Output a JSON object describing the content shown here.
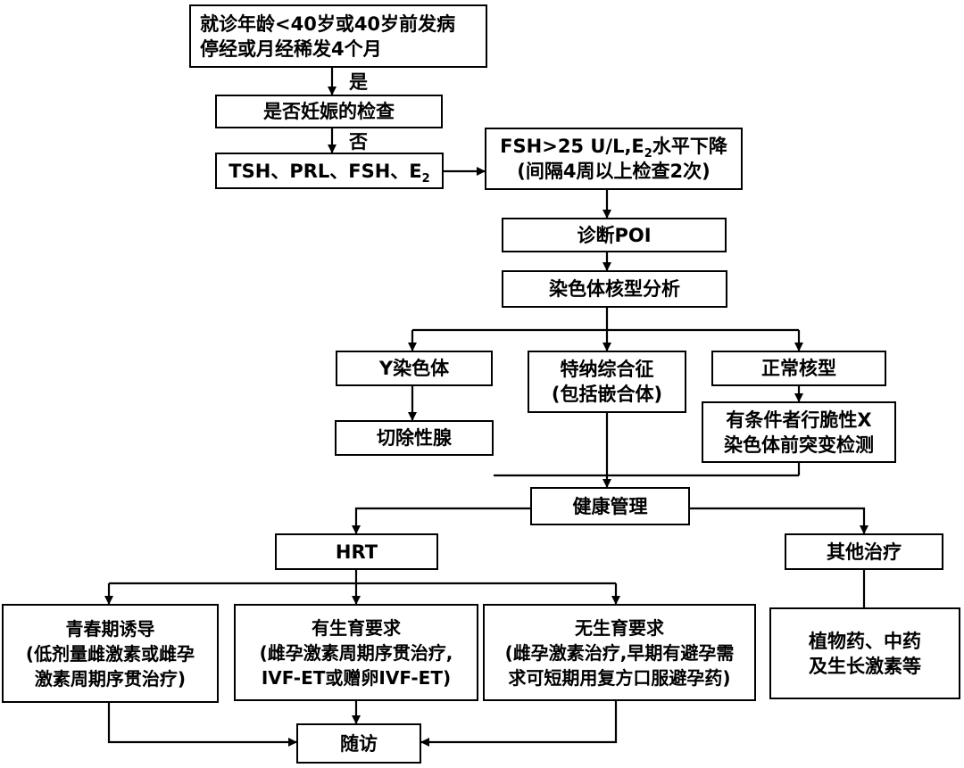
{
  "nodes": {
    "age_onset": {
      "line1": "就诊年龄<40岁或40岁前发病",
      "line2": "停经或月经稀发4个月"
    },
    "pregnancy_check": {
      "line1": "是否妊娠的检查"
    },
    "hormone_tests": {
      "text": "TSH、PRL、FSH、E",
      "sub": "2"
    },
    "fsh_result": {
      "line1_pre": "FSH>25 U/L,E",
      "line1_sub": "2",
      "line1_post": "水平下降",
      "line2": "(间隔4周以上检查2次)"
    },
    "diagnose_poi": {
      "line1": "诊断POI"
    },
    "karyotype": {
      "line1": "染色体核型分析"
    },
    "y_chromosome": {
      "line1": "Y染色体"
    },
    "turner": {
      "line1": "特纳综合征",
      "line2": "(包括嵌合体)"
    },
    "normal_karyotype": {
      "line1": "正常核型"
    },
    "gonadectomy": {
      "line1": "切除性腺"
    },
    "fragile_x": {
      "line1": "有条件者行脆性X",
      "line2": "染色体前突变检测"
    },
    "health_mgmt": {
      "line1": "健康管理"
    },
    "hrt": {
      "line1": "HRT"
    },
    "other_treatment": {
      "line1": "其他治疗"
    },
    "puberty": {
      "line1": "青春期诱导",
      "line2": "(低剂量雌激素或雌孕",
      "line3": "激素周期序贯治疗)"
    },
    "fertility_yes": {
      "line1": "有生育要求",
      "line2": "(雌孕激素周期序贯治疗,",
      "line3": "IVF-ET或赠卵IVF-ET)"
    },
    "fertility_no": {
      "line1": "无生育要求",
      "line2": "(雌孕激素治疗,早期有避孕需",
      "line3": "求可短期用复方口服避孕药)"
    },
    "herbal": {
      "line1": "植物药、中药",
      "line2": "及生长激素等"
    },
    "follow_up": {
      "line1": "随访"
    }
  },
  "labels": {
    "yes": "是",
    "no": "否"
  }
}
